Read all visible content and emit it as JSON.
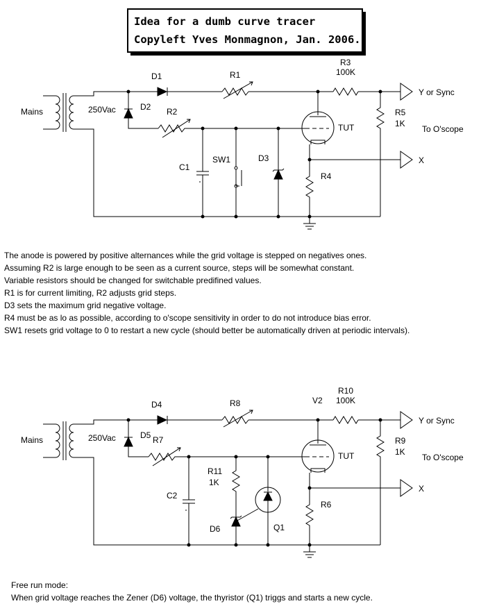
{
  "title": {
    "line1": "Idea for a dumb curve tracer",
    "line2": "Copyleft Yves Monmagnon, Jan. 2006."
  },
  "circuit1": {
    "labels": {
      "mains": "Mains",
      "vac": "250Vac",
      "d1": "D1",
      "d2": "D2",
      "r1": "R1",
      "r2": "R2",
      "r3": "R3",
      "r3v": "100K",
      "r5": "R5",
      "r5v": "1K",
      "c1": "C1",
      "sw1": "SW1",
      "d3": "D3",
      "tut": "TUT",
      "r4": "R4",
      "ysync": "Y or Sync",
      "scope": "To O'scope",
      "x": "X"
    }
  },
  "notes1": [
    "The anode is powered by positive alternances while the grid voltage is stepped on negatives ones.",
    "Assuming R2 is large enough to be seen as a current source, steps will be somewhat constant.",
    "Variable resistors should be changed for switchable predifined values.",
    "R1 is for current limiting, R2 adjusts grid steps.",
    "D3 sets the maximum grid negative voltage.",
    "R4 must be as lo as possible, according to o'scope sensitivity in order to do not introduce bias error.",
    "SW1 resets grid voltage to 0 to restart a new cycle (should better be automatically driven at periodic intervals)."
  ],
  "circuit2": {
    "labels": {
      "mains": "Mains",
      "vac": "250Vac",
      "d4": "D4",
      "d5": "D5",
      "r7": "R7",
      "r8": "R8",
      "v2": "V2",
      "r10": "R10",
      "r10v": "100K",
      "r9": "R9",
      "r9v": "1K",
      "c2": "C2",
      "r11": "R11",
      "r11v": "1K",
      "d6": "D6",
      "q1": "Q1",
      "tut": "TUT",
      "r6": "R6",
      "ysync": "Y or Sync",
      "scope": "To O'scope",
      "x": "X"
    }
  },
  "notes2": [
    "Free run mode:",
    "When grid voltage reaches the Zener (D6) voltage, the thyristor (Q1) triggs and starts a new cycle."
  ]
}
